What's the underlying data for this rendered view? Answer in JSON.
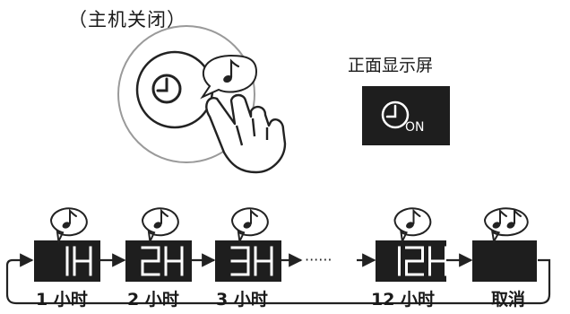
{
  "caption": "（主机关闭）",
  "front_display_title": "正面显示屏",
  "display_on_label": "ON",
  "icons": {
    "button": "clock-icon",
    "hand": "pointing-hand-icon",
    "sound": "music-note-icon",
    "display": "clock-on-icon"
  },
  "sequence": {
    "dots": "······",
    "steps": [
      {
        "display": "1H",
        "label": "1 小时",
        "beeps": 1
      },
      {
        "display": "2H",
        "label": "2 小时",
        "beeps": 1
      },
      {
        "display": "3H",
        "label": "3 小时",
        "beeps": 1
      },
      {
        "display": "12H",
        "label": "12 小时",
        "beeps": 1
      },
      {
        "display": "",
        "label": "取消",
        "beeps": 2
      }
    ]
  },
  "colors": {
    "display_bg": "#1e1e1e",
    "segment": "#ffffff",
    "line": "#222222"
  }
}
